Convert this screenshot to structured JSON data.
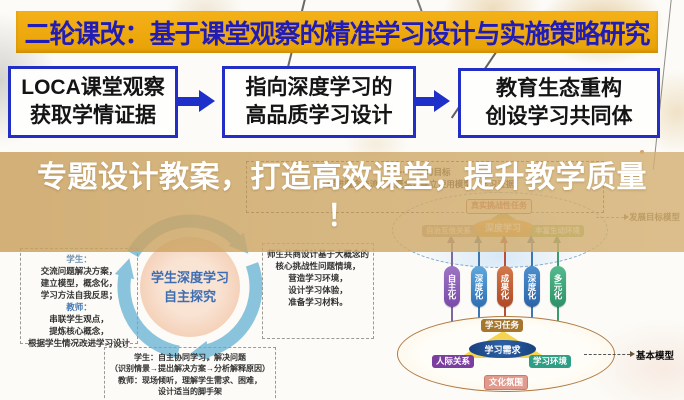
{
  "banner": {
    "title": "二轮课改：基于课堂观察的精准学习设计与实施策略研究"
  },
  "flow_boxes": [
    {
      "line1": "LOCA课堂观察",
      "line2": "获取学情证据"
    },
    {
      "line1": "指向深度学习的",
      "line2": "高品质学习设计"
    },
    {
      "line1": "教育生态重构",
      "line2": "创设学习共同体"
    }
  ],
  "overlay": {
    "line1": "专题设计教案，打造高效课堂，提升教学质量",
    "line2": "！"
  },
  "cycle": {
    "center_line1": "学生深度学习",
    "center_line2": "自主探究",
    "top_box": {
      "line1": "⋯⋯学习目标",
      "line2": "促进概念交流，大概念，建立使用模型（学习证据）"
    },
    "left_box": {
      "header1": "学生：",
      "l1": "交流问题解决方案，",
      "l2": "建立模型，概念化，",
      "l3": "学习方法自我反思；",
      "header2": "教师：",
      "l4": "串联学生观点，",
      "l5": "提炼核心概念，",
      "l6": "根据学生情况改进学习设计"
    },
    "right_box": {
      "l1": "师生共商设计基于大概念的",
      "l2": "核心挑战性问题情境，",
      "l3": "营造学习环境，",
      "l4": "设计学习体验，",
      "l5": "准备学习材料。"
    },
    "bottom_box": {
      "l1": "学生：自主协同学习，解决问题",
      "l2": "（识别情景→提出解决方案→分析解释原因）",
      "l3": "教师：现场倾听，理解学生需求、困难，",
      "l4": "设计适当的脚手架"
    }
  },
  "model": {
    "top": {
      "task": "真实挑战性任务",
      "core": "深度学习",
      "left": "自治互信关系",
      "right": "丰富生动环境",
      "label": "发展目标模型"
    },
    "pillars": [
      {
        "text": "自主化",
        "color": "#8A5BB5"
      },
      {
        "text": "深度化",
        "color": "#3E87C9"
      },
      {
        "text": "成果化",
        "color": "#C0603A"
      },
      {
        "text": "深度化",
        "color": "#3579BC"
      },
      {
        "text": "多元化",
        "color": "#3BA478"
      }
    ],
    "bottom": {
      "task": "学习任务",
      "core": "学习需求",
      "left": "人际关系",
      "right": "学习环境",
      "culture": "文化氛围",
      "label": "基本模型"
    }
  },
  "colors": {
    "banner_bg": "#EFA80D",
    "banner_text": "#211CB5",
    "flow_box_border": "#222FC7",
    "flow_arrow": "#1F2FC9",
    "band": "#CBA263",
    "slogan_text": "#FFFFFF",
    "cycle_arrow": "#8AC4DC",
    "cycle_circle": "#F3CBB0"
  }
}
